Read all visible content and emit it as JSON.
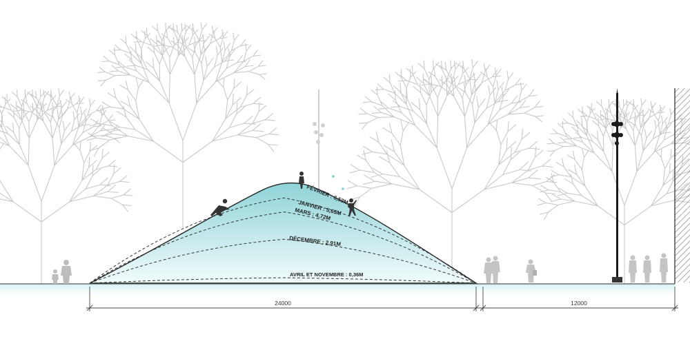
{
  "section": {
    "levels": [
      {
        "label": "FÉVRIER : 6,53M",
        "height_m": 6.53
      },
      {
        "label": "JANVIER : 5,65M",
        "height_m": 5.65
      },
      {
        "label": "MARS : 4,72M",
        "height_m": 4.72
      },
      {
        "label": "DÉCEMBRE : 2,91M",
        "height_m": 2.91
      },
      {
        "label": "AVRIL ET NOVEMBRE : 0,36M",
        "height_m": 0.36
      }
    ],
    "dimensions": [
      {
        "label": "24000",
        "value_mm": 24000
      },
      {
        "label": "12000",
        "value_mm": 12000
      }
    ]
  },
  "colors": {
    "snow_top": "#8fd3d8",
    "snow_bottom": "#f2fbfc",
    "ground_water": "#cdeff3",
    "trees": "#c9c9c9",
    "silhouettes": "#333333",
    "lamp_post": "#1a1a1a"
  }
}
